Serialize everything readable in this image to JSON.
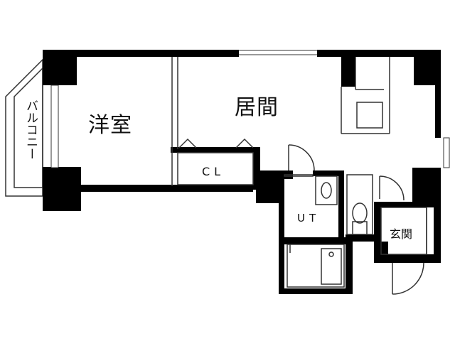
{
  "rooms": {
    "western_room": "洋室",
    "living_room": "居間",
    "closet": "CL",
    "utility": "UT",
    "entrance": "玄関",
    "balcony": "バルコニー"
  },
  "colors": {
    "wall": "#000000",
    "line": "#333333",
    "background": "#ffffff"
  }
}
